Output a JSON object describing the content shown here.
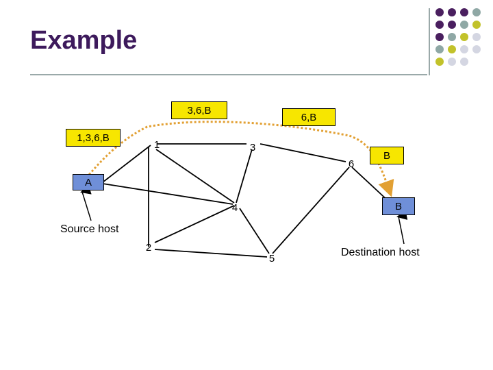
{
  "slide": {
    "title": "Example"
  },
  "colors": {
    "title": "#3d1a5c",
    "accent_purple": "#4a1f5f",
    "accent_teal": "#8fa8a5",
    "accent_olive": "#c2c22a",
    "accent_gray": "#d4d6e2",
    "msg_box": "#f7e600",
    "host_box": "#6f8fd8",
    "route": "#e2a033"
  },
  "diagram": {
    "nodes": {
      "n1": "1",
      "n2": "2",
      "n3": "3",
      "n4": "4",
      "n5": "5",
      "n6": "6",
      "hostA": "A",
      "hostB": "B",
      "hostB_top": "B"
    },
    "messages": {
      "m1": "1,3,6,B",
      "m2": "3,6,B",
      "m3": "6,B"
    },
    "labels": {
      "source": "Source host",
      "destination": "Destination host"
    }
  }
}
